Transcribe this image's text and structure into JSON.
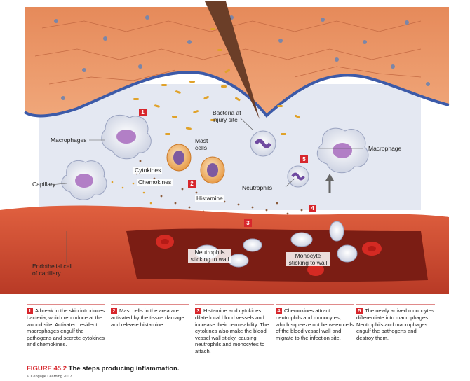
{
  "labels": {
    "macrophages": "Macrophages",
    "bacteria": "Bacteria at injury site",
    "mast_cells": "Mast cells",
    "cytokines": "Cytokines",
    "chemokines": "Chemokines",
    "capillary": "Capillary",
    "neutrophils": "Neutrophils",
    "macrophage": "Macrophage",
    "histamine": "Histamine",
    "endothelial": "Endothelial cell of capillary",
    "neutrophils_wall": "Neutrophils sticking to wall",
    "monocyte_wall": "Monocyte sticking to wall"
  },
  "badges": [
    "1",
    "2",
    "3",
    "4",
    "5"
  ],
  "steps": [
    {
      "num": "1",
      "text": "A break in the skin introduces bacteria, which reproduce at the wound site. Activated resident macrophages engulf the pathogens and secrete cytokines and chemokines."
    },
    {
      "num": "2",
      "text": "Mast cells in the area are activated by the tissue damage and release histamine."
    },
    {
      "num": "3",
      "text": "Histamine and cytokines dilate local blood vessels and increase their permeability. The cytokines also make the blood vessel wall sticky, causing neutrophils and monocytes to attach."
    },
    {
      "num": "4",
      "text": "Chemokines attract neutrophils and monocytes, which squeeze out between cells of the blood vessel wall and migrate to the infection site."
    },
    {
      "num": "5",
      "text": "The newly arrived monocytes differentiate into macrophages. Neutrophils and macrophages engulf the pathogens and destroy them."
    }
  ],
  "caption": {
    "figure": "FIGURE 45.2",
    "title": "The steps producing inflammation."
  },
  "copyright": "© Cengage Learning 2017",
  "colors": {
    "accent": "#d7262c",
    "skin": "#e98c5e",
    "vessel": "#d9573b",
    "tissue": "#dfe4ef"
  }
}
